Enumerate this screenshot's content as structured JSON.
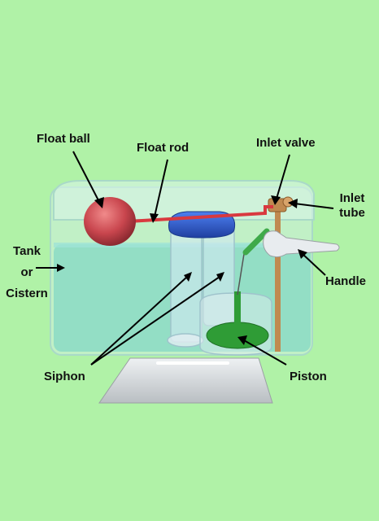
{
  "labels": {
    "float_ball": "Float ball",
    "float_rod": "Float rod",
    "inlet_valve": "Inlet valve",
    "inlet_tube_1": "Inlet",
    "inlet_tube_2": "tube",
    "tank_1": "Tank",
    "tank_2": "or",
    "tank_3": "Cistern",
    "handle": "Handle",
    "siphon": "Siphon",
    "piston": "Piston"
  },
  "colors": {
    "background": "#b0f2a7",
    "water": "#7fd6c4",
    "tank_glass": "#cfeee0",
    "float_ball": "#c9464e",
    "float_rod": "#d9393f",
    "siphon_cap": "#2f5fd0",
    "piston": "#2f9c36",
    "inlet_tube": "#c08a50",
    "handle": "#e8ecef",
    "bowl": "#d9dde0"
  }
}
